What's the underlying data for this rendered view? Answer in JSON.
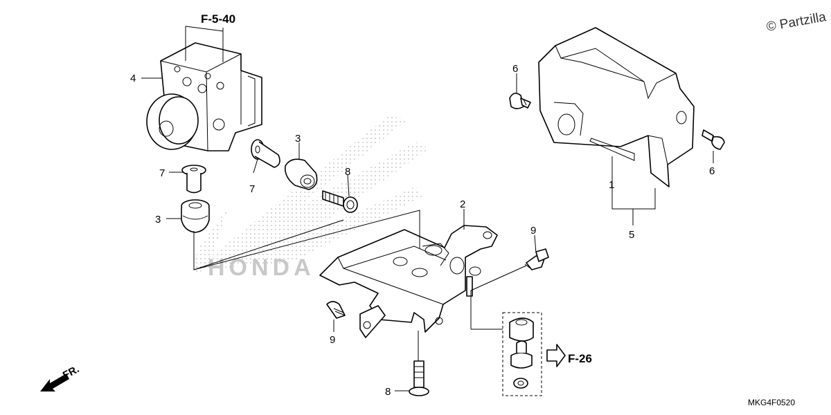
{
  "copyright": "© Partzilla",
  "diagram_code": "MKG4F0520",
  "front_direction": "FR.",
  "watermark": "HONDA",
  "references": [
    "F-5-40",
    "F-26"
  ],
  "callouts": {
    "c4": "4",
    "c7a": "7",
    "c7b": "7",
    "c3a": "3",
    "c3b": "3",
    "c8a": "8",
    "c8b": "8",
    "c2": "2",
    "c9a": "9",
    "c9b": "9",
    "c6a": "6",
    "c6b": "6",
    "c1": "1",
    "c5": "5"
  }
}
